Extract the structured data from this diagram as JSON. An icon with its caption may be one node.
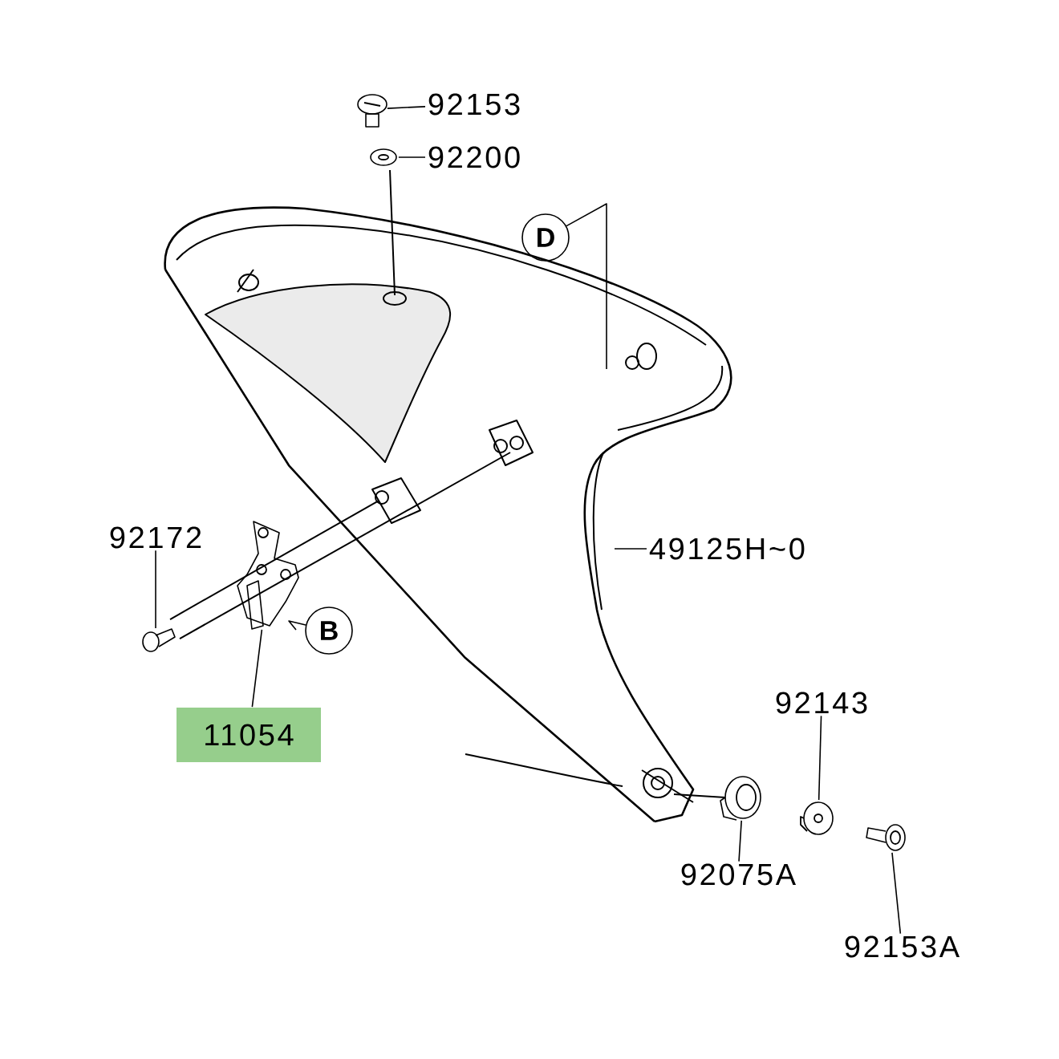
{
  "diagram": {
    "nodes": [
      {
        "text": [
          "92153"
        ]
      },
      {
        "text": [],
        "shape": "picture"
      },
      {
        "text": [
          "92200"
        ]
      },
      {
        "text": [],
        "shape": "picture"
      },
      {
        "text": [
          "D"
        ]
      },
      {
        "text": [
          "49125H~0"
        ]
      },
      {
        "text": [
          "92172"
        ]
      },
      {
        "text": [],
        "shape": "picture"
      },
      {
        "text": [],
        "shape": "picture"
      },
      {
        "text": [
          "B"
        ]
      },
      {
        "text": [
          "11054"
        ]
      },
      {
        "text": [
          "92143"
        ]
      },
      {
        "text": [],
        "shape": "picture"
      },
      {
        "text": [],
        "shape": "picture"
      },
      {
        "text": [
          "92075A"
        ]
      },
      {
        "text": [],
        "shape": "picture"
      },
      {
        "text": [
          "92153A"
        ]
      }
    ],
    "edges": [
      {
        "from": 0,
        "to": 1,
        "arrow": "none"
      },
      {
        "from": 2,
        "to": 3,
        "arrow": "none"
      },
      {
        "from": 4,
        "to": null,
        "arrow": "none"
      },
      {
        "from": 5,
        "to": null,
        "arrow": "none"
      },
      {
        "from": 6,
        "to": 7,
        "arrow": "none"
      },
      {
        "from": 9,
        "to": 8,
        "arrow": "none"
      },
      {
        "from": 10,
        "to": 8,
        "arrow": "none"
      },
      {
        "from": 11,
        "to": 12,
        "arrow": "none"
      },
      {
        "from": 14,
        "to": 13,
        "arrow": "none"
      },
      {
        "from": 16,
        "to": 15,
        "arrow": "none"
      }
    ]
  }
}
